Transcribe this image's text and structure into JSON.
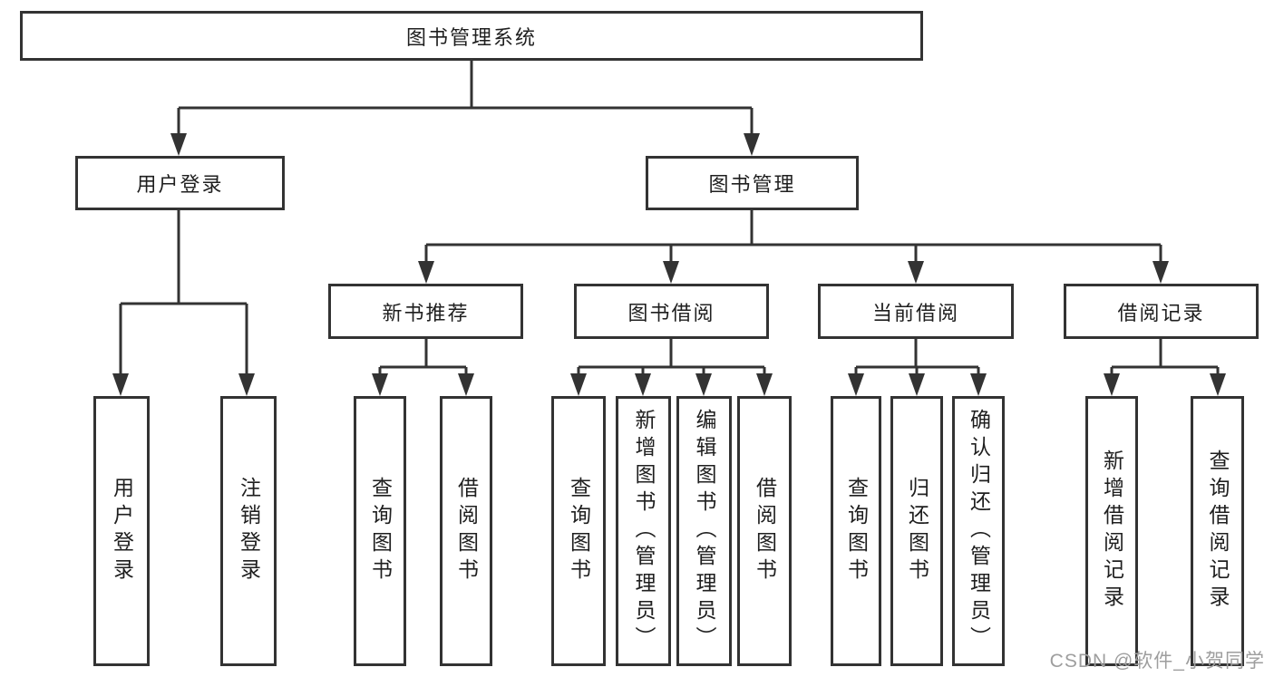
{
  "colors": {
    "line": "#333333",
    "box_border": "#333333",
    "box_background": "#ffffff",
    "text": "#1f1f1f",
    "watermark": "#9e9e9e"
  },
  "watermark": {
    "text": "CSDN @软件_小贺同学"
  },
  "tree": {
    "root": {
      "label": "图书管理系统"
    },
    "branches": [
      {
        "label": "用户登录",
        "children": [
          "用户登录",
          "注销登录"
        ]
      },
      {
        "label": "图书管理",
        "sections": [
          {
            "label": "新书推荐",
            "children": [
              "查询图书",
              "借阅图书"
            ]
          },
          {
            "label": "图书借阅",
            "children": [
              "查询图书",
              "新增图书（管理员）",
              "编辑图书（管理员）",
              "借阅图书"
            ]
          },
          {
            "label": "当前借阅",
            "children": [
              "查询图书",
              "归还图书",
              "确认归还（管理员）"
            ]
          },
          {
            "label": "借阅记录",
            "children": [
              "新增借阅记录",
              "查询借阅记录"
            ]
          }
        ]
      }
    ]
  }
}
